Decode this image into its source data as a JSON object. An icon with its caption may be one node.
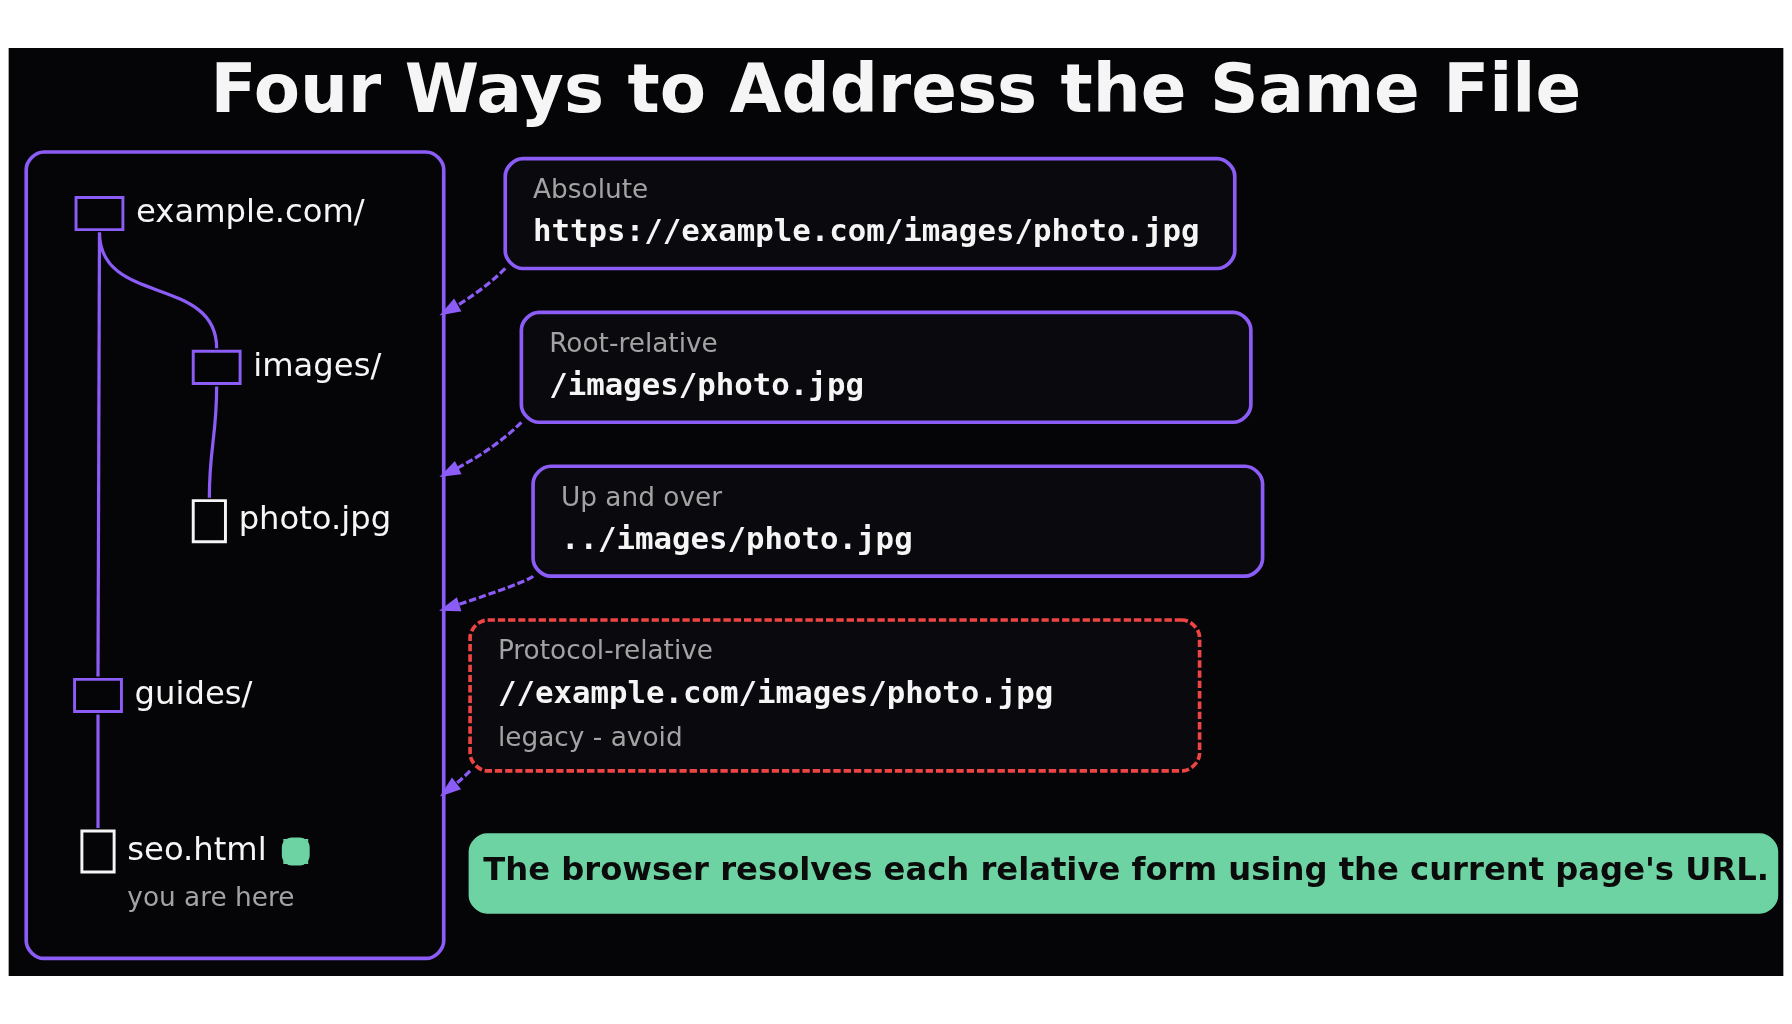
{
  "diagram": {
    "title": "Four Ways to Address the Same File",
    "nodes": [
      {
        "text": [],
        "shape": "box"
      },
      {
        "text": [
          "example.com/"
        ],
        "in": 0
      },
      {
        "text": [
          "images/"
        ],
        "in": 0
      },
      {
        "text": [
          "photo.jpg"
        ],
        "in": 0
      },
      {
        "text": [
          "guides/"
        ],
        "in": 0
      },
      {
        "text": [
          "seo.html"
        ],
        "beside": [
          "you are here"
        ],
        "in": 0
      },
      {
        "text": [
          "Absolute",
          "https://example.com/images/photo.jpg"
        ]
      },
      {
        "text": [
          "Root-relative",
          "/images/photo.jpg"
        ]
      },
      {
        "text": [
          "Up and over",
          "../images/photo.jpg"
        ]
      },
      {
        "text": [
          "Protocol-relative",
          "//example.com/images/photo.jpg",
          "legacy - avoid"
        ]
      },
      {
        "text": [
          "The browser resolves each relative form using the current page's URL."
        ]
      }
    ],
    "edges": [
      {
        "from": 1,
        "to": 2,
        "arrow": "none"
      },
      {
        "from": 2,
        "to": 3,
        "arrow": "none"
      },
      {
        "from": 1,
        "to": 4,
        "arrow": "none"
      },
      {
        "from": 4,
        "to": 5,
        "arrow": "none"
      },
      {
        "from": 6,
        "to": 0,
        "arrow": "to",
        "style": "dashed"
      },
      {
        "from": 7,
        "to": 0,
        "arrow": "to",
        "style": "dashed"
      },
      {
        "from": 8,
        "to": 0,
        "arrow": "to",
        "style": "dashed"
      },
      {
        "from": 9,
        "to": 0,
        "arrow": "to",
        "style": "dashed"
      }
    ]
  }
}
